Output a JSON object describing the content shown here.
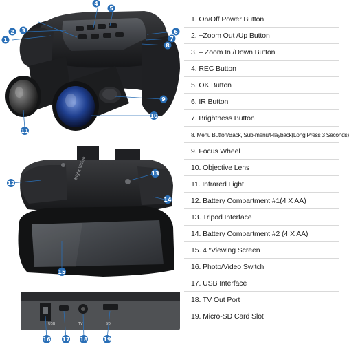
{
  "legend": {
    "items": [
      {
        "num": "1",
        "text": "1. On/Off Power Button"
      },
      {
        "num": "2",
        "text": "2. +Zoom Out /Up Button"
      },
      {
        "num": "3",
        "text": "3. – Zoom In /Down Button"
      },
      {
        "num": "4",
        "text": "4. REC Button"
      },
      {
        "num": "5",
        "text": "5. OK Button"
      },
      {
        "num": "6",
        "text": "6. IR Button"
      },
      {
        "num": "7",
        "text": "7. Brightness Button"
      },
      {
        "num": "8",
        "text": "8. Menu Button/Back, Sub-menu/Playback(Long Press 3 Seconds)"
      },
      {
        "num": "9",
        "text": "9. Focus Wheel"
      },
      {
        "num": "10",
        "text": "10. Objective Lens"
      },
      {
        "num": "11",
        "text": "11. Infrared Light"
      },
      {
        "num": "12",
        "text": "12. Battery Compartment #1(4 X AA)"
      },
      {
        "num": "13",
        "text": "13. Tripod Interface"
      },
      {
        "num": "14",
        "text": "14. Battery Compartment #2 (4 X AA)"
      },
      {
        "num": "15",
        "text": "15. 4 “Viewing Screen"
      },
      {
        "num": "16",
        "text": "16. Photo/Video Switch"
      },
      {
        "num": "17",
        "text": "17. USB Interface"
      },
      {
        "num": "18",
        "text": "18. TV Out Port"
      },
      {
        "num": "19",
        "text": "19. Micro-SD Card Slot"
      }
    ]
  },
  "callouts": [
    "1",
    "2",
    "3",
    "4",
    "5",
    "6",
    "7",
    "8",
    "9",
    "10",
    "11",
    "12",
    "13",
    "14",
    "15",
    "16",
    "17",
    "18",
    "19"
  ],
  "colors": {
    "callout": "#2a6fb7",
    "leader": "#2a6fb7",
    "body": "#1c1d1f",
    "divider": "#d9d9d9"
  }
}
